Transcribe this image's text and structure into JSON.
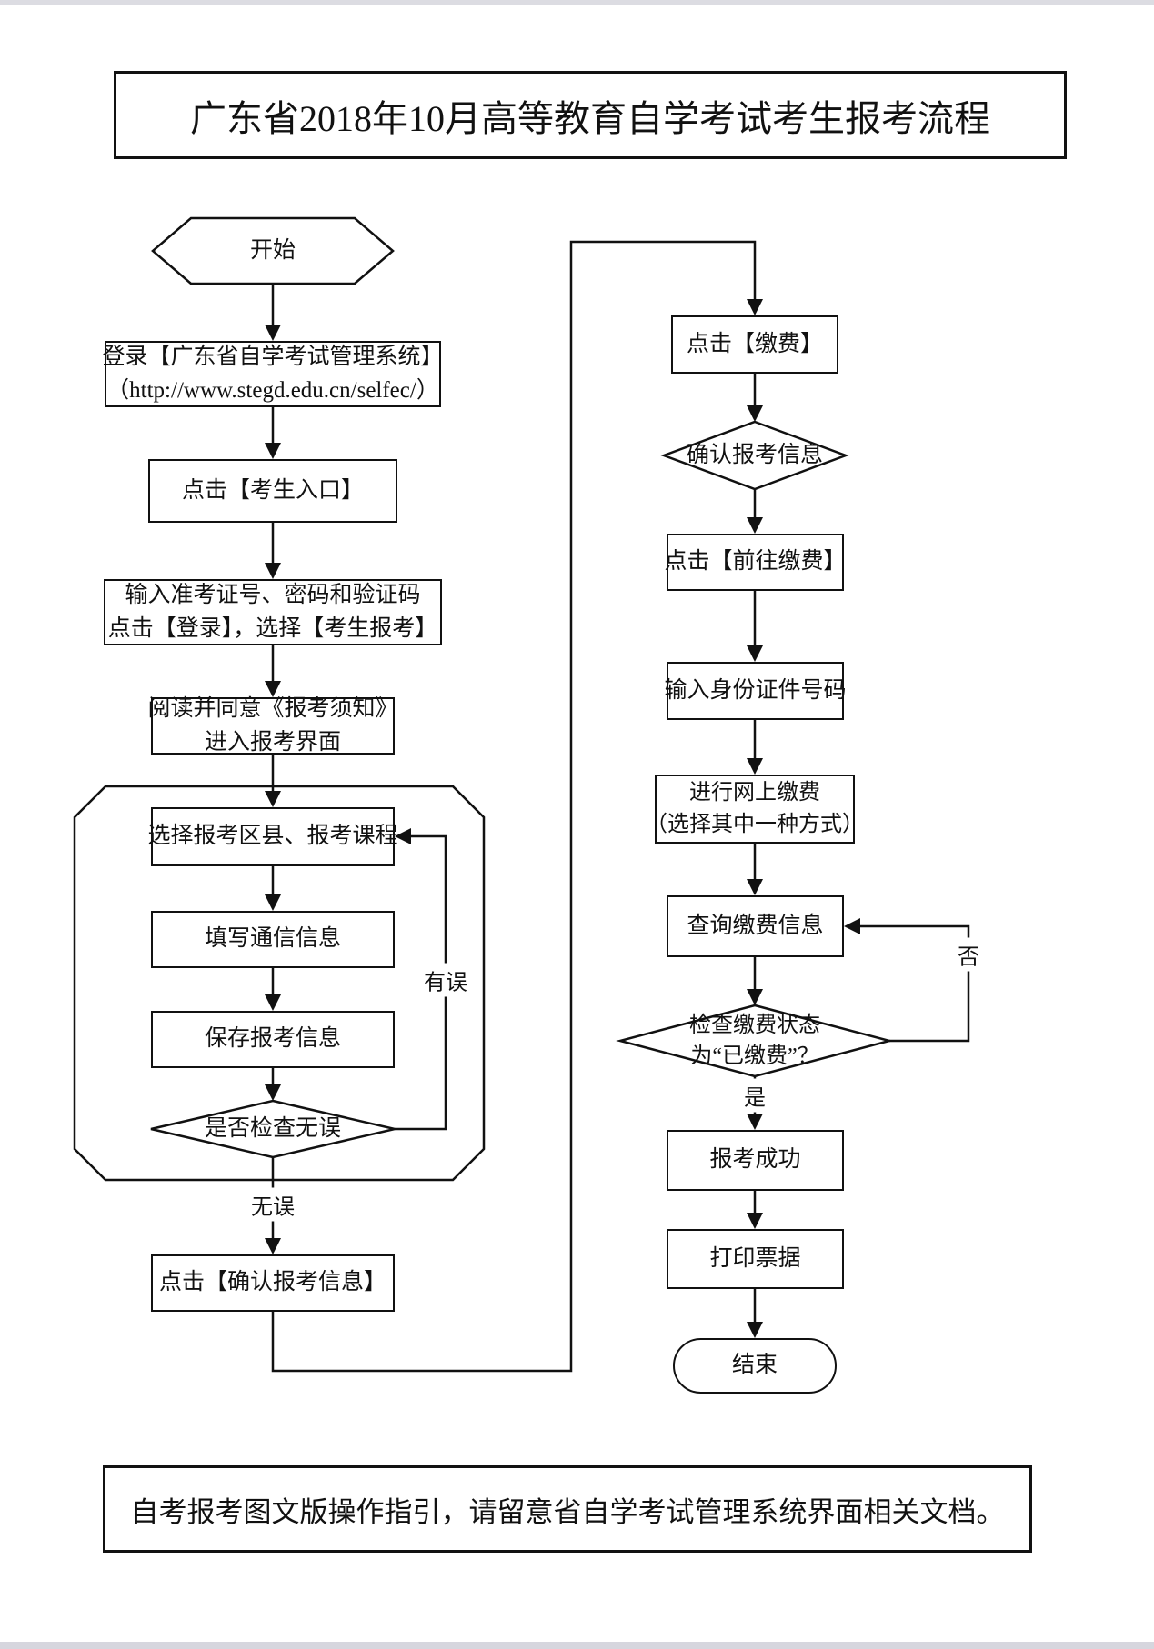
{
  "page": {
    "title": "广东省2018年10月高等教育自学考试考生报考流程",
    "footer_note": "自考报考图文版操作指引，请留意省自学考试管理系统界面相关文档。"
  },
  "flow": {
    "start": "开始",
    "login_line1": "登录【广东省自学考试管理系统】",
    "login_line2": "（http://www.stegd.edu.cn/selfec/）",
    "candidate_entry": "点击【考生入口】",
    "credentials_line1": "输入准考证号、密码和验证码",
    "credentials_line2": "点击【登录】，选择【考生报考】",
    "notice_line1": "阅读并同意《报考须知》",
    "notice_line2": "进入报考界面",
    "select_area_course": "选择报考区县、报考课程",
    "fill_contact": "填写通信信息",
    "save_info": "保存报考信息",
    "check_correct": "是否检查无误",
    "label_correct": "无误",
    "label_error": "有误",
    "confirm_info": "点击【确认报考信息】",
    "click_pay": "点击【缴费】",
    "confirm_pay_info": "确认报考信息",
    "go_pay": "点击【前往缴费】",
    "enter_id": "输入身份证件号码",
    "online_pay_line1": "进行网上缴费",
    "online_pay_line2": "（选择其中一种方式）",
    "query_pay": "查询缴费信息",
    "check_pay_line1": "检查缴费状态",
    "check_pay_line2": "为“已缴费”？",
    "label_yes": "是",
    "label_no": "否",
    "success": "报考成功",
    "print_receipt": "打印票据",
    "end": "结束"
  }
}
